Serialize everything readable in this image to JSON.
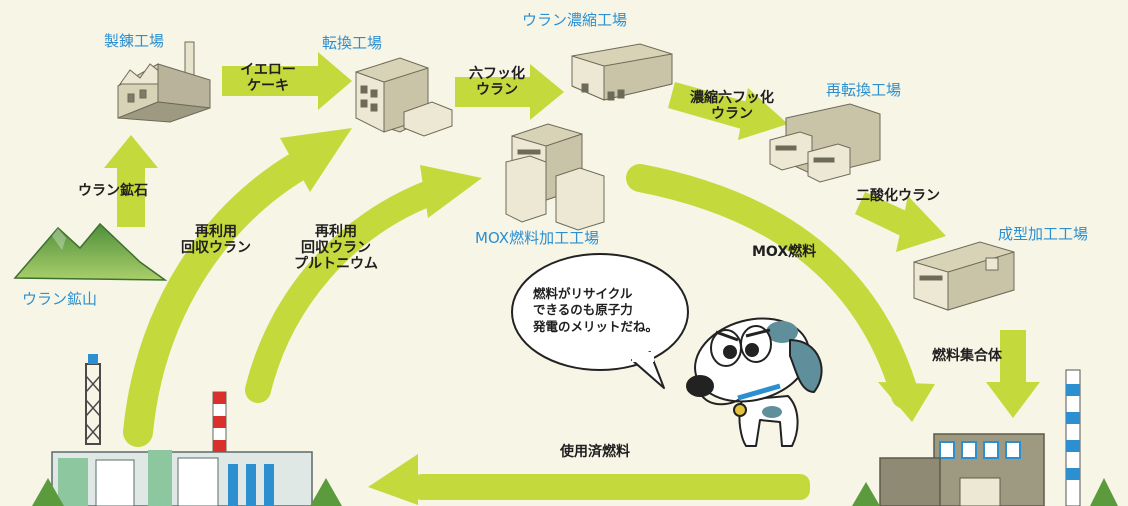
{
  "facilities": {
    "mine": "ウラン鉱山",
    "refining": "製錬工場",
    "conversion": "転換工場",
    "enrichment": "ウラン濃縮工場",
    "reconversion": "再転換工場",
    "fabrication": "成型加工工場",
    "mox_plant": "MOX燃料加工工場"
  },
  "flows": {
    "ore": "ウラン鉱石",
    "yellowcake_1": "イエロー",
    "yellowcake_2": "ケーキ",
    "uf6_1": "六フッ化",
    "uf6_2": "ウラン",
    "enriched_1": "濃縮六フッ化",
    "enriched_2": "ウラン",
    "uo2": "二酸化ウラン",
    "assembly": "燃料集合体",
    "spent": "使用済燃料",
    "mox_fuel": "MOX燃料",
    "recycle_u_1": "再利用",
    "recycle_u_2": "回収ウラン",
    "recycle_pu_1": "再利用",
    "recycle_pu_2": "回収ウラン",
    "recycle_pu_3": "プルトニウム"
  },
  "speech": {
    "line1": "燃料がリサイクル",
    "line2": "できるのも原子力",
    "line3": "発電のメリットだね。"
  },
  "colors": {
    "arrow": "#c4d93c",
    "label_blue": "#2b8fd0",
    "building_light": "#ece8d3",
    "building_mid": "#c9c4a7",
    "building_dark": "#9e9a82",
    "mountain": "#6aa84f",
    "background": "#f7f5e6"
  }
}
